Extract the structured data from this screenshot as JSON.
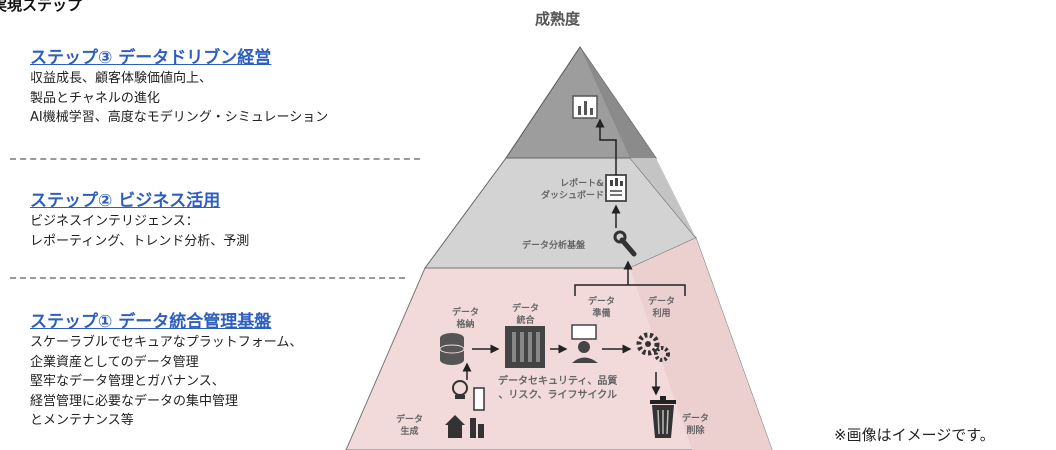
{
  "header": {
    "title": "実現ステップ"
  },
  "steps": [
    {
      "title": "ステップ③ データドリブン経営",
      "lines": [
        "収益成長、顧客体験価値向上、",
        "製品とチャネルの進化",
        "AI機械学習、高度なモデリング・シミュレーション"
      ]
    },
    {
      "title": "ステップ② ビジネス活用",
      "lines": [
        "ビジネスインテリジェンス：",
        "レポーティング、トレンド分析、予測"
      ]
    },
    {
      "title": "ステップ① データ統合管理基盤",
      "lines": [
        "スケーラブルでセキュアなプラットフォーム、",
        "企業資産としてのデータ管理",
        "堅牢なデータ管理とガバナンス、",
        "経営管理に必要なデータの集中管理",
        "とメンテナンス等"
      ]
    }
  ],
  "pyramid": {
    "title": "成熟度",
    "report": [
      "レポート&",
      "ダッシュボード"
    ],
    "analysis_base": "データ分析基盤",
    "data_store": [
      "データ",
      "格納"
    ],
    "data_integrate": [
      "データ",
      "統合"
    ],
    "data_prep": [
      "データ",
      "準備"
    ],
    "data_use": [
      "データ",
      "利用"
    ],
    "security": [
      "データセキュリティ、品質",
      "、リスク、ライフサイクル"
    ],
    "data_gen": [
      "データ",
      "生成"
    ],
    "data_delete": [
      "データ",
      "削除"
    ],
    "colors": {
      "top": "#9d9d9d",
      "middle": "#d3d3d3",
      "bottom": "#f2dada",
      "outline": "#555555"
    }
  },
  "note": "※画像はイメージです。"
}
